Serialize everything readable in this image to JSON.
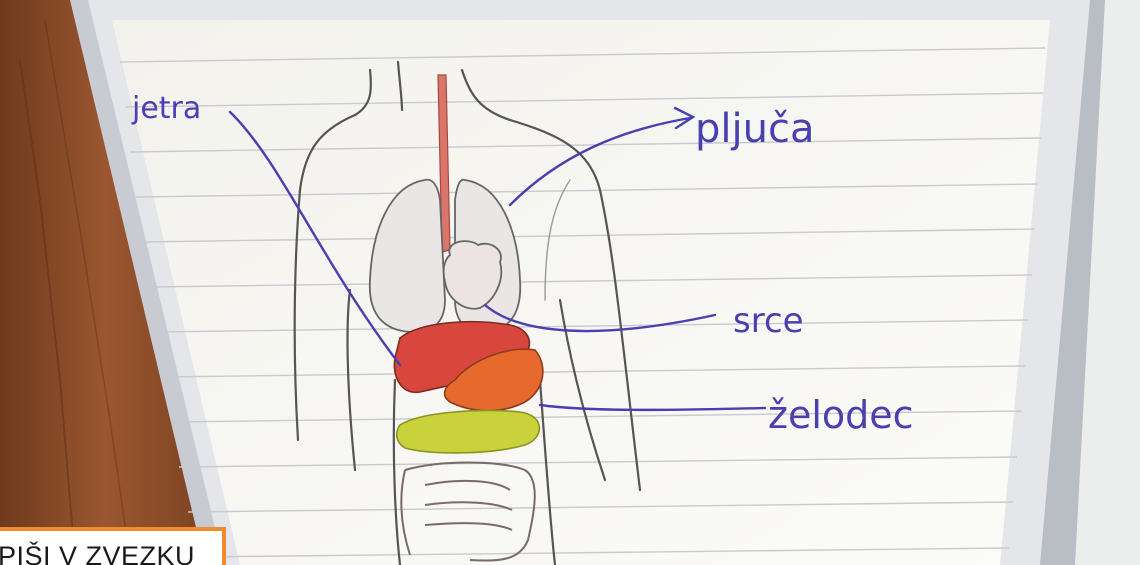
{
  "labels": {
    "liver": "jetra",
    "lungs": "pljuča",
    "heart": "srce",
    "stomach": "želodec"
  },
  "caption": "PIŠI V ZVEZKU",
  "colors": {
    "caption_border": "#f08a2e",
    "pen_ink": "#4a3fb0",
    "liver": "#d9463e",
    "stomach": "#e8692e",
    "intestine": "#c9d23a",
    "esophagus": "#d9756a",
    "table": "#8a4a25",
    "paper": "#f7f6f2"
  }
}
